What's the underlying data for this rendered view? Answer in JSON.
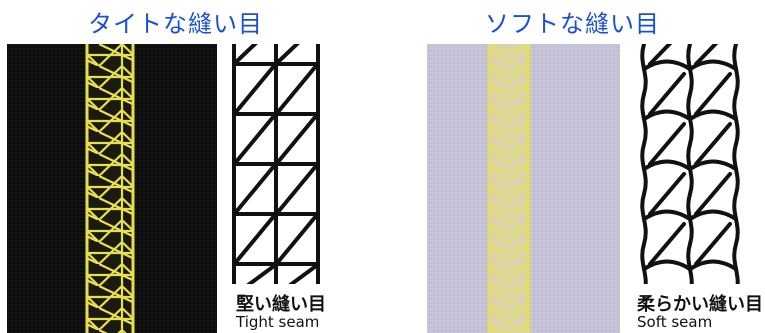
{
  "left_panel": {
    "heading": "タイトな縫い目",
    "caption_jp": "堅い縫い目",
    "caption_en": "Tight seam",
    "fabric_color": "#0d0d0d",
    "thread_color": "#e8e04a"
  },
  "right_panel": {
    "heading": "ソフトな縫い目",
    "caption_jp": "柔らかい縫い目",
    "caption_en": "Soft seam",
    "fabric_color": "#c2c0d4",
    "thread_color": "#e4dc6a"
  },
  "colors": {
    "heading": "#1a4fd6"
  }
}
